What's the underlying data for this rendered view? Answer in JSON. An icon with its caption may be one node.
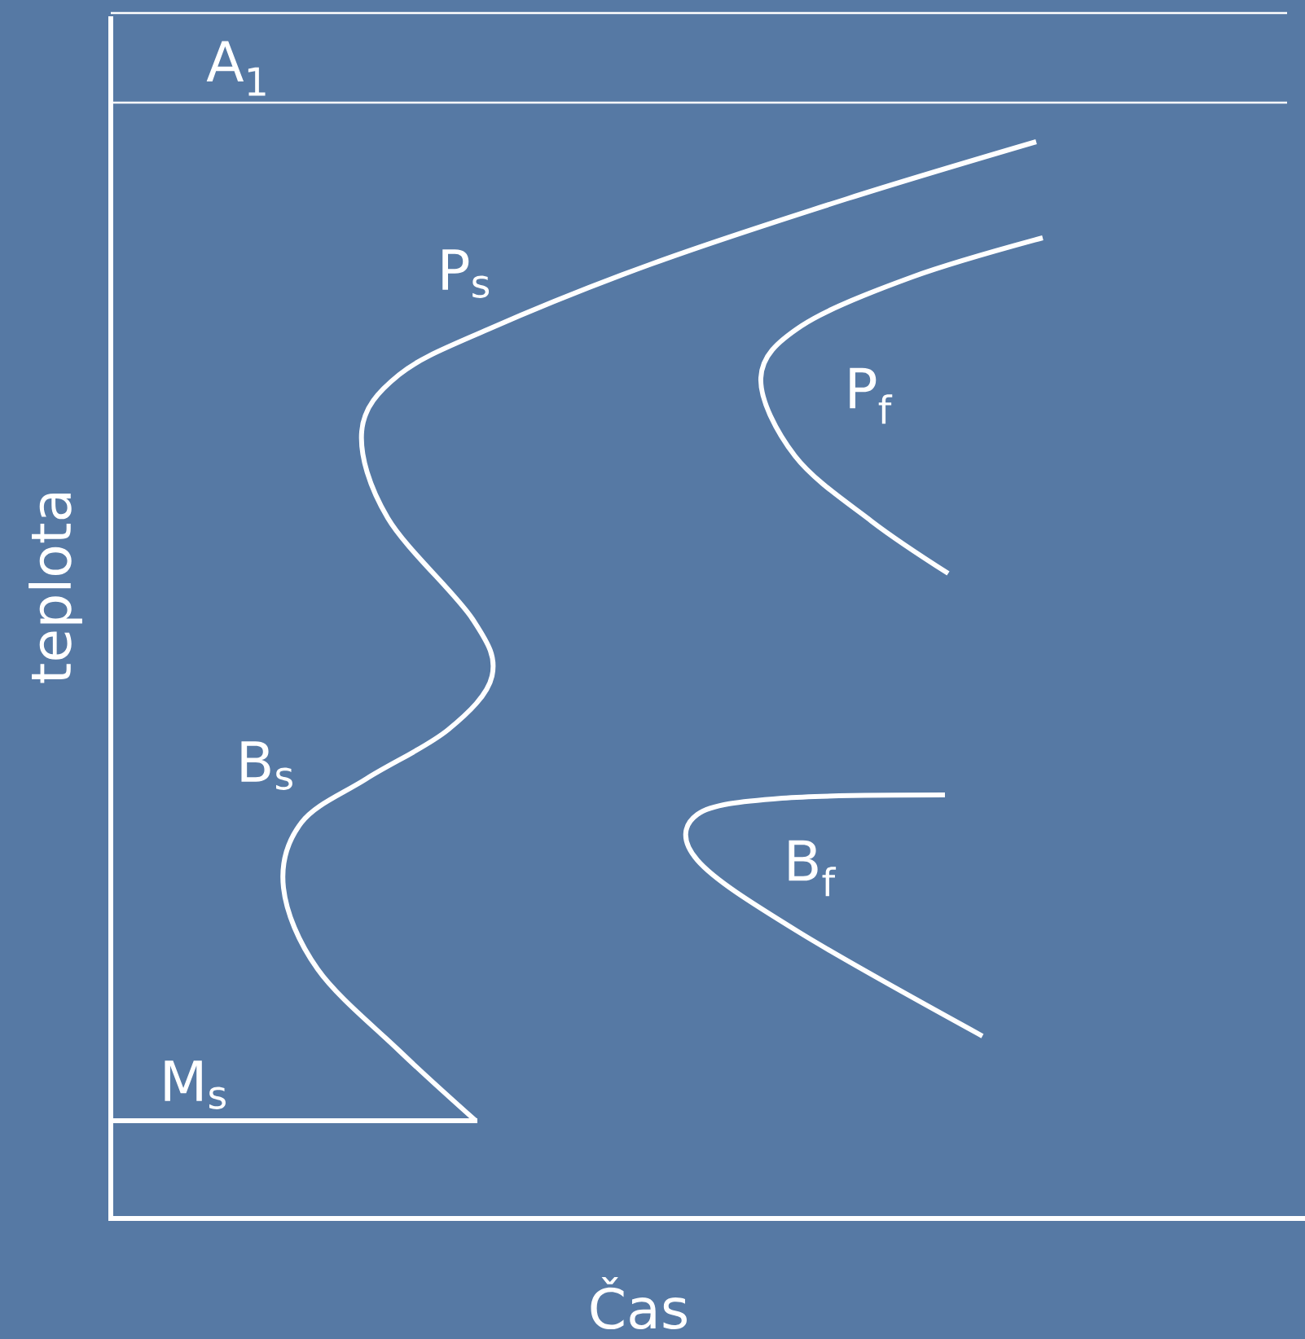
{
  "diagram": {
    "labels": [
      "A$_{1}$",
      "P$_{s}$",
      "P$_{f}$",
      "teplota",
      "B$_{s}$",
      "B$_{f}$",
      "M$_{s}$",
      "Čas"
    ]
  }
}
